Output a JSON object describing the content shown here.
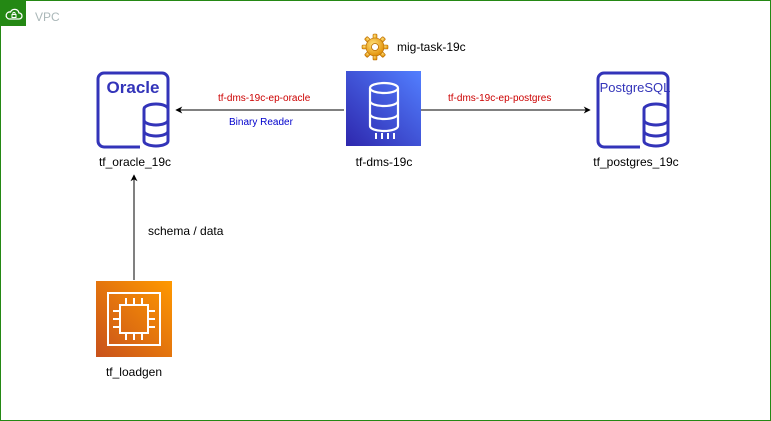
{
  "vpc": {
    "label": "VPC",
    "border_color": "#248814",
    "icon": "cloud-lock-icon"
  },
  "nodes": {
    "oracle": {
      "label": "tf_oracle_19c",
      "logo_text": "Oracle",
      "icon": "oracle-database-icon",
      "color": "#3334b9"
    },
    "dms": {
      "label": "tf-dms-19c",
      "icon": "dms-database-icon",
      "color": "#3f48cc"
    },
    "task": {
      "label": "mig-task-19c",
      "icon": "gear-icon",
      "color": "#f5a623"
    },
    "postgres": {
      "label": "tf_postgres_19c",
      "logo_text": "PostgreSQL",
      "icon": "postgresql-database-icon",
      "color": "#3334b9"
    },
    "loadgen": {
      "label": "tf_loadgen",
      "icon": "ec2-instance-icon",
      "color": "#ed7100"
    }
  },
  "edges": {
    "dms_to_oracle": {
      "label": "tf-dms-19c-ep-oracle",
      "sublabel": "Binary Reader",
      "label_color": "#cc0000",
      "sublabel_color": "#0000cc"
    },
    "dms_to_postgres": {
      "label": "tf-dms-19c-ep-postgres",
      "label_color": "#cc0000"
    },
    "loadgen_to_oracle": {
      "label": "schema / data",
      "label_color": "#000000"
    }
  }
}
